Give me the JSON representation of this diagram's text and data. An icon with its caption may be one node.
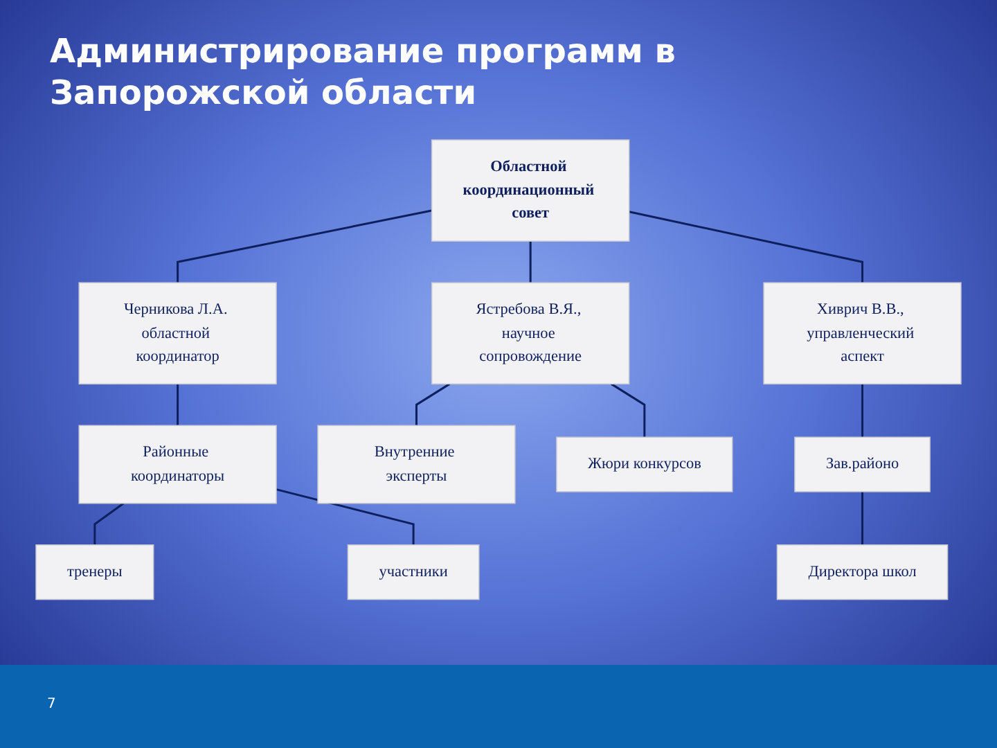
{
  "diagram": {
    "title": "Администрирование программ в Запорожской области",
    "nodes": [
      {
        "text": [
          "Областной координационный совет"
        ]
      },
      {
        "text": [
          "Черникова Л.А. областной координатор"
        ]
      },
      {
        "text": [
          "Ястребова В.Я., научное сопровождение"
        ]
      },
      {
        "text": [
          "Хиврич В.В., управленческий аспект"
        ]
      },
      {
        "text": [
          "Районные координаторы"
        ]
      },
      {
        "text": [
          "тренеры"
        ]
      },
      {
        "text": [
          "участники"
        ]
      },
      {
        "text": [
          "Внутренние эксперты"
        ]
      },
      {
        "text": [
          "Жюри конкурсов"
        ]
      },
      {
        "text": [
          "Зав.районо"
        ]
      },
      {
        "text": [
          "Директора школ"
        ]
      }
    ],
    "edges": [
      {
        "from": 0,
        "to": 1,
        "arrow": "none"
      },
      {
        "from": 0,
        "to": 2,
        "arrow": "none"
      },
      {
        "from": 0,
        "to": 3,
        "arrow": "none"
      },
      {
        "from": 1,
        "to": 4,
        "arrow": "none"
      },
      {
        "from": 4,
        "to": 5,
        "arrow": "none"
      },
      {
        "from": 4,
        "to": 6,
        "arrow": "none"
      },
      {
        "from": 2,
        "to": 7,
        "arrow": "none"
      },
      {
        "from": 2,
        "to": 8,
        "arrow": "none"
      },
      {
        "from": 3,
        "to": 9,
        "arrow": "none"
      },
      {
        "from": 9,
        "to": 10,
        "arrow": "none"
      }
    ],
    "labels": [
      "7"
    ]
  }
}
